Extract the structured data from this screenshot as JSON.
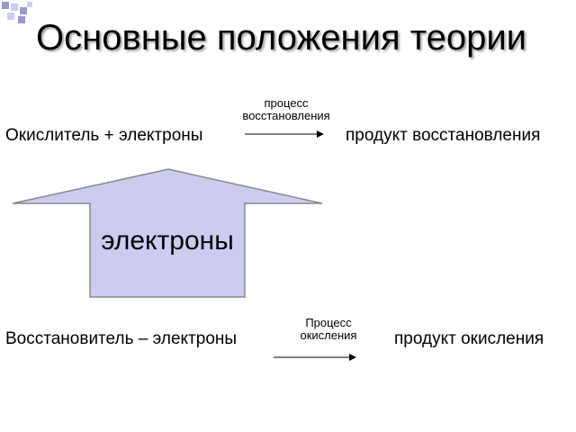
{
  "slide": {
    "title": "Основные положения теории"
  },
  "reduction": {
    "left": "Окислитель + электроны",
    "process": "процесс\nвосстановления",
    "right": "продукт восстановления"
  },
  "electrons_arrow": {
    "label": "электроны",
    "fill_color": "#ccccf0",
    "stroke_color": "#888888"
  },
  "oxidation": {
    "left": "Восстановитель – электроны",
    "process": "Процесс\nокисления",
    "right": "продукт окисления"
  },
  "colors": {
    "decor_square": "#9999cc",
    "decor_square_light": "#ccccee"
  }
}
